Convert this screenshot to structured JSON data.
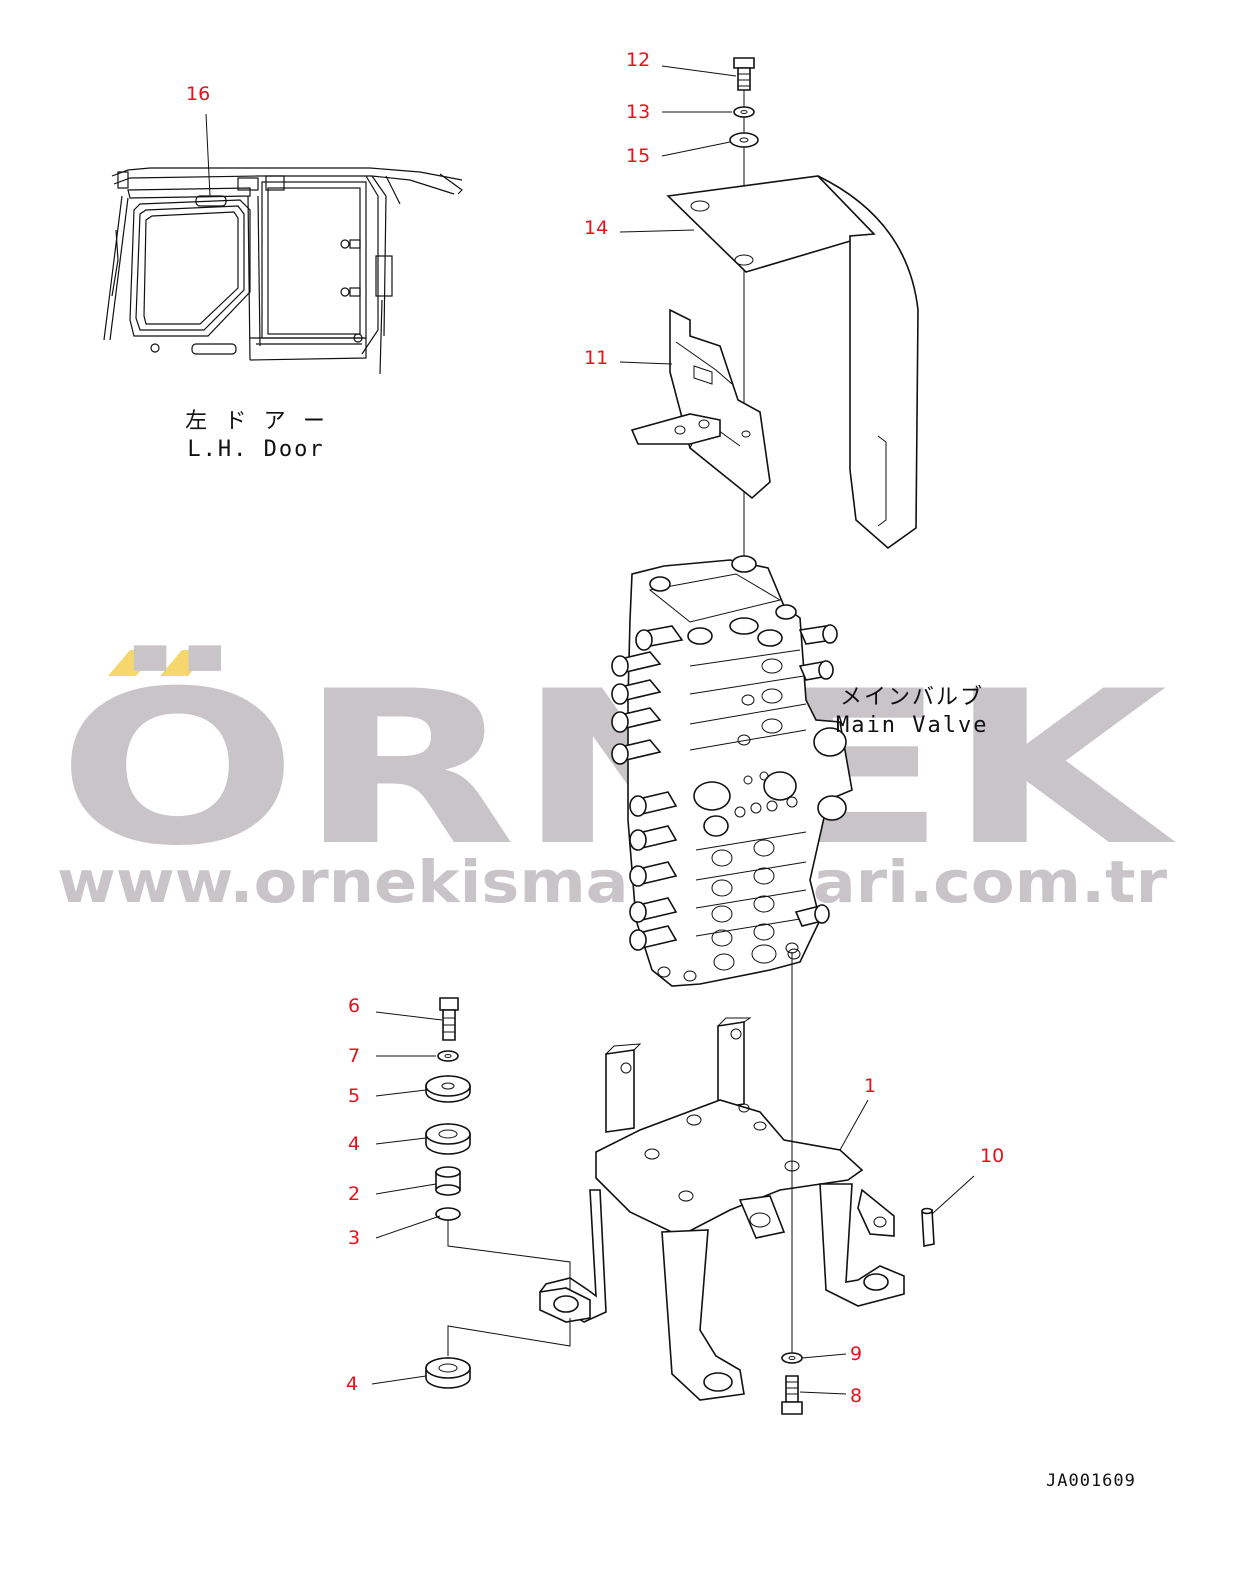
{
  "callouts": [
    {
      "id": "1",
      "label": "1"
    },
    {
      "id": "2",
      "label": "2"
    },
    {
      "id": "3",
      "label": "3"
    },
    {
      "id": "4a",
      "label": "4"
    },
    {
      "id": "4b",
      "label": "4"
    },
    {
      "id": "5",
      "label": "5"
    },
    {
      "id": "6",
      "label": "6"
    },
    {
      "id": "7",
      "label": "7"
    },
    {
      "id": "8",
      "label": "8"
    },
    {
      "id": "9",
      "label": "9"
    },
    {
      "id": "10",
      "label": "10"
    },
    {
      "id": "11",
      "label": "11"
    },
    {
      "id": "12",
      "label": "12"
    },
    {
      "id": "13",
      "label": "13"
    },
    {
      "id": "14",
      "label": "14"
    },
    {
      "id": "15",
      "label": "15"
    },
    {
      "id": "16",
      "label": "16"
    }
  ],
  "captions": {
    "door_jp": "左 ド ア ー",
    "door_en": "L.H. Door",
    "valve_jp": "メインバルブ",
    "valve_en": "Main Valve"
  },
  "watermark": {
    "brand": "ÖRNEK",
    "url": "www.ornekismakparlari.com.tr",
    "text_color": "#c8c4c8",
    "accent_color": "#f5d76e"
  },
  "drawing_id": "JA001609",
  "colors": {
    "callout": "#e8101a",
    "line": "#111111"
  }
}
